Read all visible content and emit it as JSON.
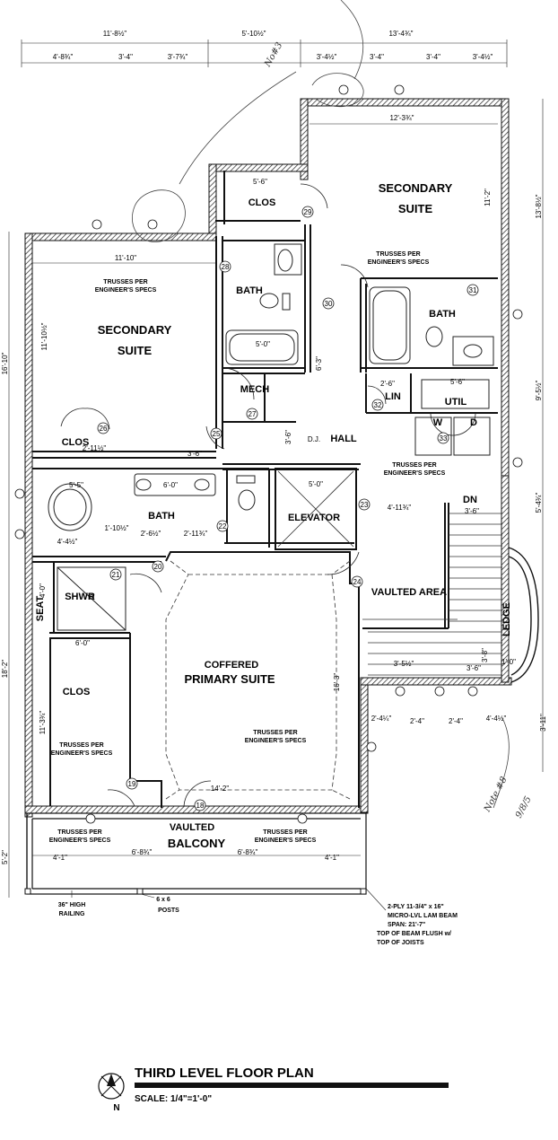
{
  "rooms": {
    "secondary_suite_upper_line1": "SECONDARY",
    "secondary_suite_upper_line2": "SUITE",
    "secondary_suite_left_line1": "SECONDARY",
    "secondary_suite_left_line2": "SUITE",
    "clos_top": "CLOS",
    "bath_left": "BATH",
    "bath_right": "BATH",
    "mech": "MECH",
    "lin": "LIN",
    "util": "UTIL",
    "w": "W",
    "d": "D",
    "dj": "D.J.",
    "hall": "HALL",
    "clos_left": "CLOS",
    "bath_primary": "BATH",
    "elevator": "ELEVATOR",
    "dn": "DN",
    "vaulted_area": "VAULTED AREA",
    "ledge": "LEDGE",
    "shwr": "SHWR",
    "seat": "SEAT",
    "coffered": "COFFERED",
    "primary_suite": "PRIMARY SUITE",
    "clos_primary": "CLOS",
    "vaulted": "VAULTED",
    "balcony": "BALCONY"
  },
  "notes": {
    "trusses_line1": "TRUSSES PER",
    "trusses_line2": "ENGINEER'S SPECS",
    "railing_line1": "36\" HIGH",
    "railing_line2": "RAILING",
    "posts_line1": "6 x 6",
    "posts_line2": "POSTS",
    "beam_line1": "2-PLY 11-3/4\" x 16\"",
    "beam_line2": "MICRO-LVL LAM BEAM",
    "beam_line3": "SPAN: 21'-7\"",
    "beam_line4": "TOP OF BEAM FLUSH w/",
    "beam_line5": "TOP OF JOISTS"
  },
  "dimensions": {
    "top_1": "11'-8½\"",
    "top_2": "5'-10½\"",
    "top_3": "13'-4¾\"",
    "top_4": "4'-8¾\"",
    "top_5": "3'-4\"",
    "top_6": "3'-7¾\"",
    "top_7": "3'-4½\"",
    "top_8": "3'-4\"",
    "top_9": "3'-4\"",
    "top_10": "3'-4½\"",
    "upper_suite_width": "12'-3¾\"",
    "upper_suite_depth": "11'-2\"",
    "clos_top_width": "5'-6\"",
    "left_suite_width": "11'-10\"",
    "left_suite_depth": "11'-10½\"",
    "left_edge_total": "16'-10\"",
    "right_edge_1": "13'-8½\"",
    "right_edge_2": "9'-5½\"",
    "right_edge_3": "5'-4¾\"",
    "right_edge_4": "3'-11\"",
    "bath_left_tub": "5'-0\"",
    "hall_1": "3'-6\"",
    "hall_2": "6'-3\"",
    "hall_3": "3'-6\"",
    "util_w": "5'-6\"",
    "lin_w": "2'-6\"",
    "clos_left_w": "2'-11½\"",
    "tub_w": "5'-5\"",
    "vanity_w": "6'-0\"",
    "elev_w": "5'-0\"",
    "hall_to_stair": "4'-11¾\"",
    "stair_w": "3'-6\"",
    "bath_p_1": "1'-10½\"",
    "bath_p_2": "2'-6½\"",
    "bath_p_3": "2'-11¾\"",
    "bath_p_4": "4'-4½\"",
    "shwr_w": "4'-0\"",
    "clos_p_w": "6'-0\"",
    "clos_p_d": "11'-3¾\"",
    "primary_w": "14'-2\"",
    "primary_d": "16'-3\"",
    "primary_left_total": "18'-2\"",
    "balc_1": "4'-1\"",
    "balc_2": "6'-8¾\"",
    "balc_3": "6'-8¾\"",
    "balc_4": "4'-1\"",
    "balc_depth": "5'-2\"",
    "ledge_1": "2'-4¼\"",
    "ledge_2": "2'-4\"",
    "ledge_3": "2'-4\"",
    "ledge_4": "4'-4½\"",
    "vaulted_1": "3'-5½\"",
    "vaulted_2": "3'-6\"",
    "vaulted_3": "1'-0\"",
    "vaulted_4": "3'-8\""
  },
  "door_tags": [
    "28",
    "29",
    "30",
    "31",
    "32",
    "33",
    "26",
    "27",
    "25",
    "22",
    "23",
    "21",
    "20",
    "24",
    "19",
    "18"
  ],
  "handwritten": {
    "note_top": "No#3",
    "note_right_1": "Note #8",
    "note_right_2": "9/8/5"
  },
  "title_block": {
    "title": "THIRD LEVEL FLOOR PLAN",
    "scale": "SCALE: 1/4\"=1'-0\"",
    "north": "N"
  }
}
